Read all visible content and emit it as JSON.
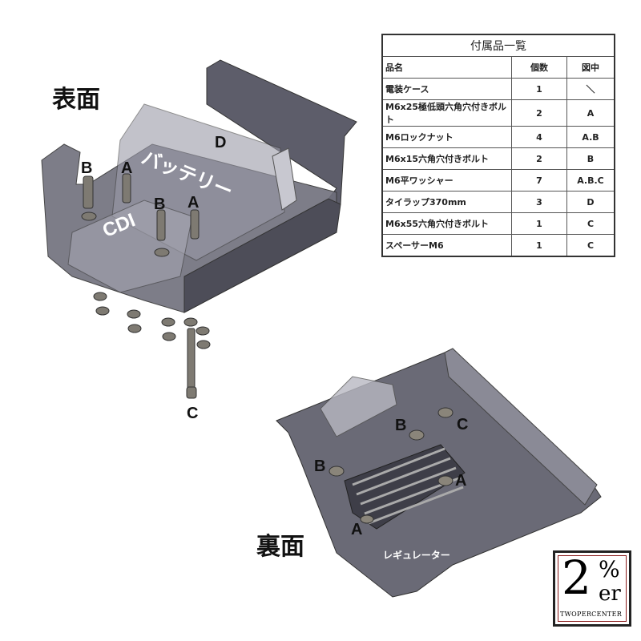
{
  "labels": {
    "front": "表面",
    "back": "裏面",
    "battery": "バッテリー",
    "cdi": "CDI",
    "regulator": "レギュレーター",
    "front_markers": [
      "D",
      "B",
      "A",
      "B",
      "A",
      "C"
    ],
    "back_markers": [
      "B",
      "C",
      "B",
      "A",
      "A"
    ]
  },
  "parts_table": {
    "title": "付属品一覧",
    "headers": [
      "品名",
      "個数",
      "図中"
    ],
    "rows": [
      [
        "電装ケース",
        "1",
        "＼"
      ],
      [
        "M6x25極低頭六角穴付きボルト",
        "2",
        "A"
      ],
      [
        "M6ロックナット",
        "4",
        "A.B"
      ],
      [
        "M6x15六角穴付きボルト",
        "2",
        "B"
      ],
      [
        "M6平ワッシャー",
        "7",
        "A.B.C"
      ],
      [
        "タイラップ370mm",
        "3",
        "D"
      ],
      [
        "M6x55六角穴付きボルト",
        "1",
        "C"
      ],
      [
        "スペーサーM6",
        "1",
        "C"
      ]
    ]
  },
  "logo": {
    "main": "2",
    "pct": "%",
    "suffix": "er",
    "name": "TWOPERCENTER"
  }
}
